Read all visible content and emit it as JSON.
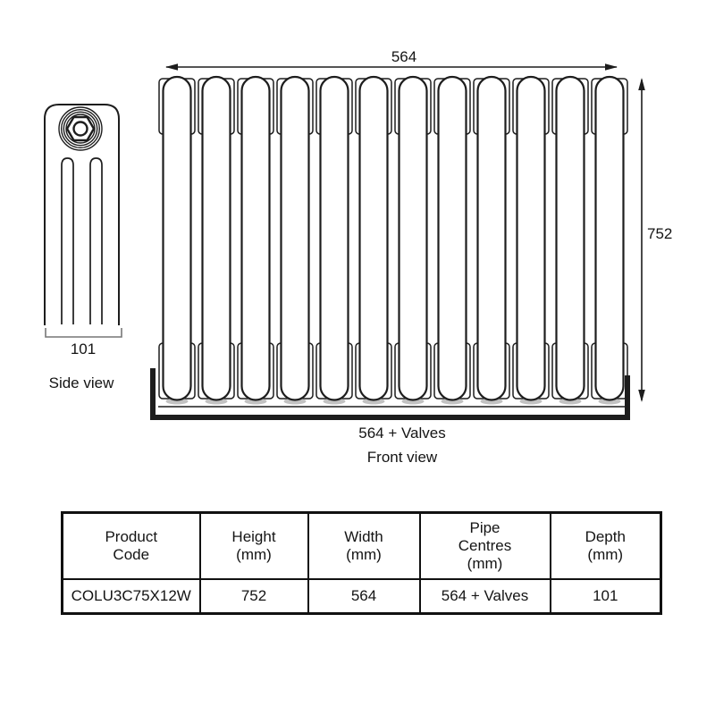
{
  "diagram": {
    "side_view": {
      "label": "Side view",
      "depth_label": "101",
      "slots": 2
    },
    "front_view": {
      "label": "Front view",
      "sections": 12,
      "width_label": "564",
      "height_label": "752",
      "pipe_centres_label": "564 + Valves"
    }
  },
  "table": {
    "columns": [
      "Product\nCode",
      "Height\n(mm)",
      "Width\n(mm)",
      "Pipe\nCentres\n(mm)",
      "Depth\n(mm)"
    ],
    "rows": [
      [
        "COLU3C75X12W",
        "752",
        "564",
        "564 + Valves",
        "101"
      ]
    ]
  },
  "colors": {
    "line": "#1d1d1d",
    "shadow": "#c2c2c2",
    "bracket_gray": "#777777",
    "table_border": "#111111",
    "background": "#ffffff"
  }
}
